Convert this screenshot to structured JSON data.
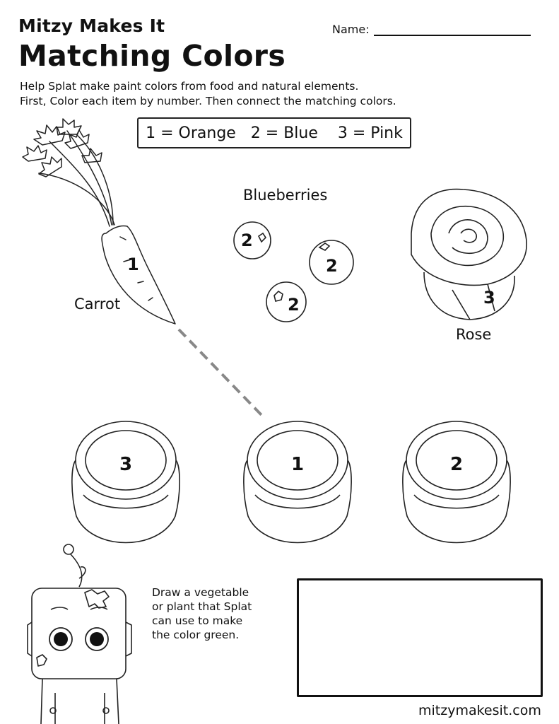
{
  "header": {
    "brand": "Mitzy Makes It",
    "title": "Matching Colors",
    "name_label": "Name:"
  },
  "instructions": {
    "line1": "Help Splat make paint colors from food and natural elements.",
    "line2": "First, Color each item by number. Then connect the matching colors."
  },
  "color_key": "1 = Orange   2 = Blue    3 = Pink",
  "items": {
    "carrot": {
      "label": "Carrot",
      "number": "1"
    },
    "blueberries": {
      "label": "Blueberries",
      "numbers": [
        "2",
        "2",
        "2"
      ]
    },
    "rose": {
      "label": "Rose",
      "number": "3"
    }
  },
  "paint_jars": [
    "3",
    "1",
    "2"
  ],
  "draw_prompt": {
    "line1": "Draw a vegetable",
    "line2": "or plant that Splat",
    "line3": "can use to make",
    "line4": "the color green."
  },
  "footer": {
    "website": "mitzymakesit.com"
  }
}
